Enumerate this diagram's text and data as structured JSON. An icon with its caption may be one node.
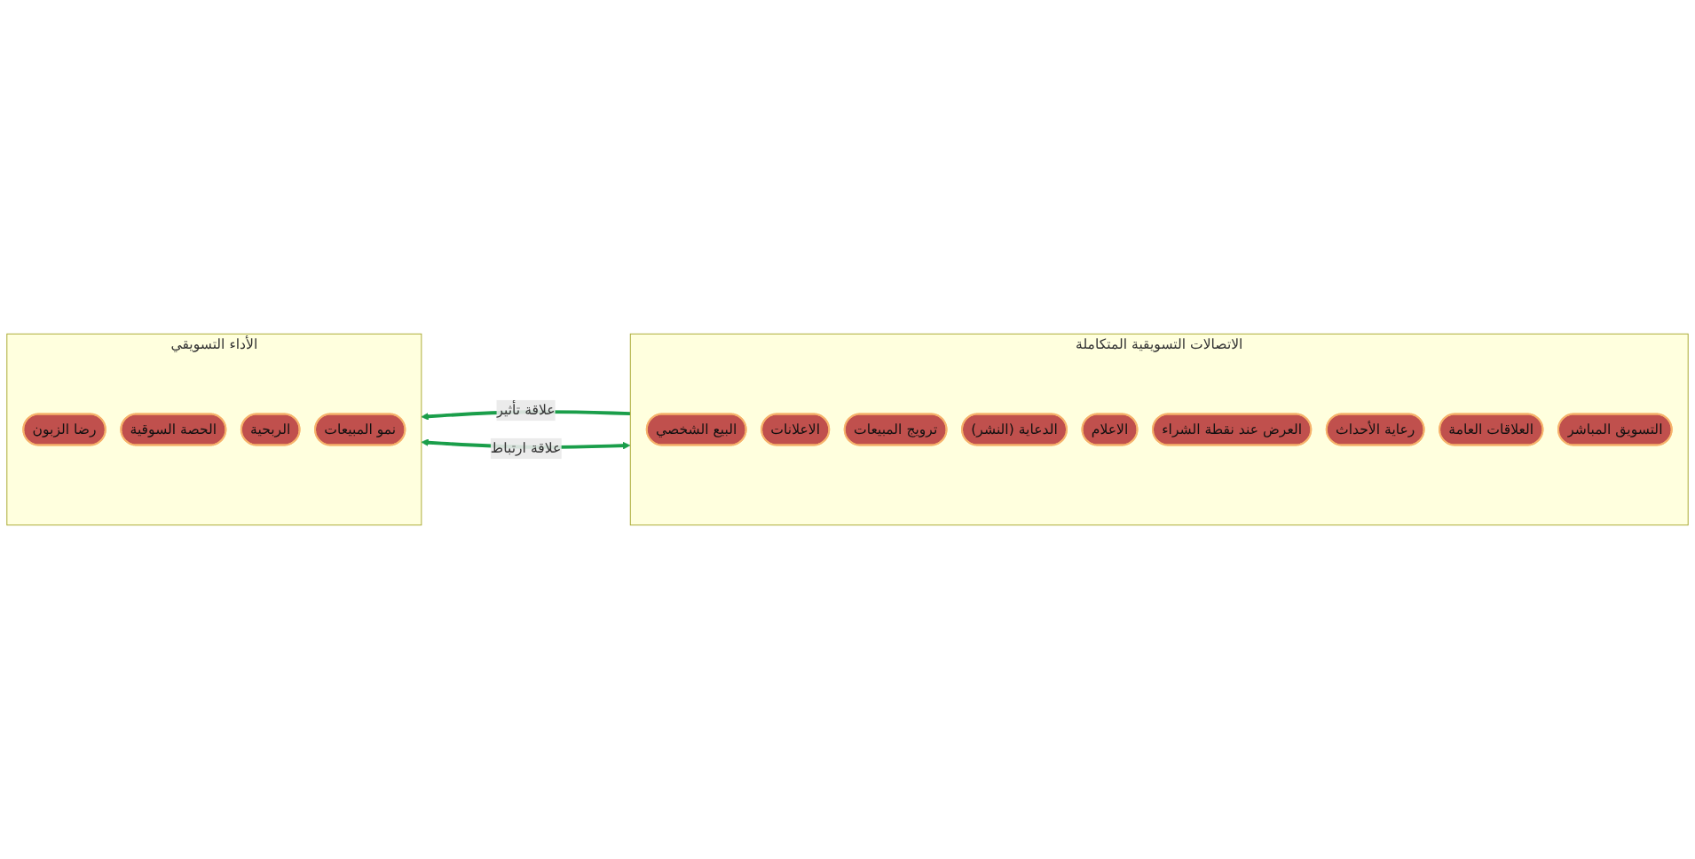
{
  "diagram": {
    "nodes": [
      {
        "text": [
          "الاتصالات التسويقية المتكاملة"
        ]
      },
      {
        "text": [
          "البيع الشخصي"
        ],
        "in": 0
      },
      {
        "text": [
          "الاعلانات"
        ],
        "in": 0
      },
      {
        "text": [
          "ترويج المبيعات"
        ],
        "in": 0
      },
      {
        "text": [
          "الدعاية (النشر)"
        ],
        "in": 0
      },
      {
        "text": [
          "الاعلام"
        ],
        "in": 0
      },
      {
        "text": [
          "العرض عند نقطة الشراء"
        ],
        "in": 0
      },
      {
        "text": [
          "رعاية الأحداث"
        ],
        "in": 0
      },
      {
        "text": [
          "العلاقات العامة"
        ],
        "in": 0
      },
      {
        "text": [
          "التسويق المباشر"
        ],
        "in": 0
      },
      {
        "text": [
          "الأداء التسويقي"
        ]
      },
      {
        "text": [
          "رضا الزبون"
        ],
        "in": 10
      },
      {
        "text": [
          "الحصة السوقية"
        ],
        "in": 10
      },
      {
        "text": [
          "الربحية"
        ],
        "in": 10
      },
      {
        "text": [
          "نمو المبيعات"
        ],
        "in": 10
      }
    ],
    "edges": [
      {
        "from": 0,
        "to": 10,
        "arrow": "to",
        "label": "علاقة تأثير"
      },
      {
        "from": 0,
        "to": 10,
        "arrow": "both",
        "label": "علاقة ارتباط"
      }
    ]
  }
}
